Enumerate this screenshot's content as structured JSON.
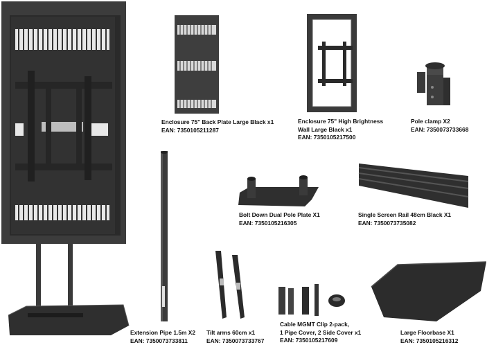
{
  "items": [
    {
      "name": "Enclosure 75\" Back Plate Large Black x1",
      "line2": "",
      "ean": "EAN: 7350105211287"
    },
    {
      "name": "Enclosure 75\" High Brightness",
      "line2": "Wall Large Black x1",
      "ean": "EAN: 7350105217500"
    },
    {
      "name": "Pole clamp X2",
      "line2": "",
      "ean": "EAN: 7350073733668"
    },
    {
      "name": "Bolt Down Dual Pole Plate X1",
      "line2": "",
      "ean": "EAN: 7350105216305"
    },
    {
      "name": "Single Screen Rail 48cm Black X1",
      "line2": "",
      "ean": "EAN: 7350073735082"
    },
    {
      "name": "Extension Pipe 1.5m  X2",
      "line2": "",
      "ean": "EAN: 7350073733811"
    },
    {
      "name": "Tilt arms 60cm x1",
      "line2": "",
      "ean": "EAN: 7350073733767"
    },
    {
      "name": "Cable MGMT Clip 2-pack,",
      "line2": "1 Pipe Cover, 2 Side Cover x1",
      "ean": "EAN: 7350105217609"
    },
    {
      "name": "Large Floorbase X1",
      "line2": "",
      "ean": "EAN: 7350105216312"
    }
  ]
}
